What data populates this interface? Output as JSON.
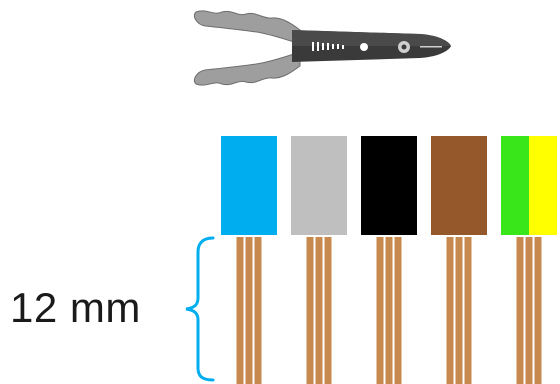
{
  "measurement": {
    "label": "12 mm"
  },
  "tool": {
    "icon": "wire-stripper-icon"
  },
  "wires": [
    {
      "name": "blue",
      "insulation": [
        "#00aeef"
      ],
      "conductor": "#c8894f"
    },
    {
      "name": "grey",
      "insulation": [
        "#bfbfbf"
      ],
      "conductor": "#c8894f"
    },
    {
      "name": "black",
      "insulation": [
        "#000000"
      ],
      "conductor": "#c8894f"
    },
    {
      "name": "brown",
      "insulation": [
        "#94582a"
      ],
      "conductor": "#c8894f"
    },
    {
      "name": "green-yellow",
      "insulation": [
        "#39e619",
        "#ffff00"
      ],
      "conductor": "#c8894f"
    }
  ],
  "colors": {
    "bracket": "#00aeef",
    "text": "#1a1a1a"
  }
}
